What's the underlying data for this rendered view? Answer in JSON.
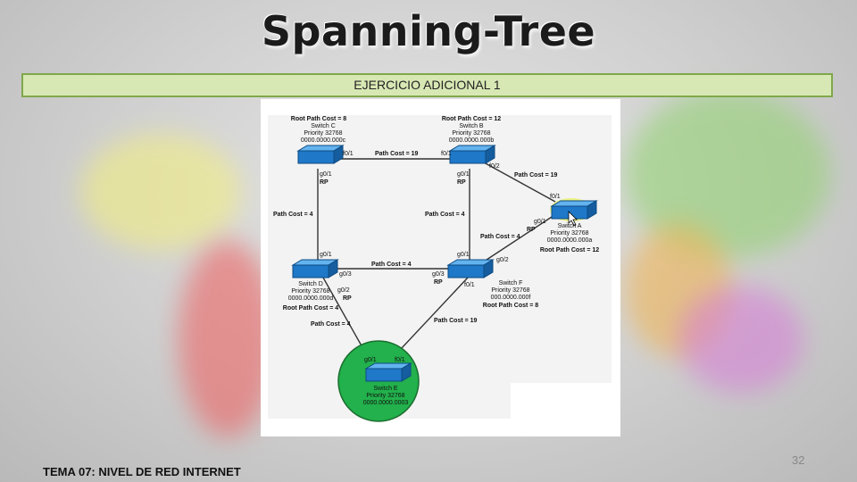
{
  "slide": {
    "title": "Spanning-Tree",
    "banner": "EJERCICIO ADICIONAL 1",
    "footer": "TEMA 07: NIVEL DE RED INTERNET",
    "page_number": "32"
  },
  "diagram": {
    "switches": {
      "c": {
        "header": "Root Path Cost = 8",
        "name": "Switch C",
        "priority": "Priority 32768",
        "mac": "0000.0000.000c"
      },
      "b": {
        "header": "Root Path Cost = 12",
        "name": "Switch B",
        "priority": "Priority 32768",
        "mac": "0000.0000.000b"
      },
      "a": {
        "name": "Switch A",
        "priority": "Priority 32768",
        "mac": "0000.0000.000a",
        "footer": "Root Path Cost = 12"
      },
      "d": {
        "name": "Switch D",
        "priority": "Priority 32768",
        "mac": "0000.0000.000d",
        "footer": "Root Path Cost = 4"
      },
      "f": {
        "name": "Switch F",
        "priority": "Priority 32768",
        "mac": "000.0000.000f",
        "footer": "Root Path Cost = 8"
      },
      "e": {
        "name": "Switch E",
        "priority": "Priority 32768",
        "mac": "0000.0000.0003"
      }
    },
    "ports": {
      "c_f01": "f0/1",
      "c_g01": "g0/1",
      "c_rp": "RP",
      "b_f01": "f0/1",
      "b_f02": "f0/2",
      "b_g01": "g0/1",
      "b_rp": "RP",
      "a_f01": "f0/1",
      "a_g01": "g0/1",
      "a_rp": "RP",
      "d_g01": "g0/1",
      "d_g03": "g0/3",
      "d_g02": "g0/2",
      "d_rp": "RP",
      "f_g01": "g0/1",
      "f_g02": "g0/2",
      "f_g03": "g0/3",
      "f_f01": "f0/1",
      "f_rp": "RP",
      "e_g01": "g0/1",
      "e_f01": "f0/1"
    },
    "costs": {
      "c_b": "Path Cost = 19",
      "b_a": "Path Cost = 19",
      "c_d": "Path Cost = 4",
      "b_f": "Path Cost = 4",
      "a_f": "Path Cost = 4",
      "d_f": "Path Cost = 4",
      "d_e": "Path Cost = 4",
      "f_e": "Path Cost = 19"
    },
    "colors": {
      "root_highlight": "#22b14c",
      "switch_body": "#1f78c8",
      "link": "#333333"
    }
  }
}
